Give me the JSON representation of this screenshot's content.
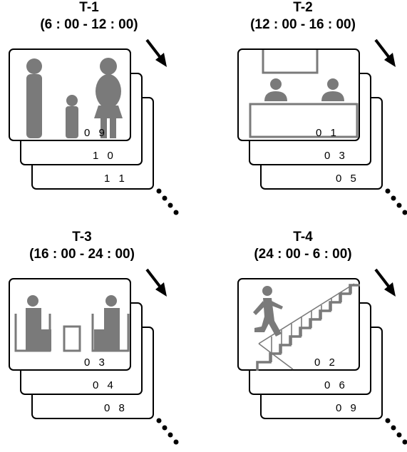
{
  "panels": [
    {
      "id": "T-1",
      "time_range": "(6 : 00 - 12 : 00)",
      "scene": "family-standing",
      "cards": [
        "0 9",
        "1 0",
        "1 1"
      ]
    },
    {
      "id": "T-2",
      "time_range": "(12 : 00 - 16 : 00)",
      "scene": "reception-desk",
      "cards": [
        "0 1",
        "0 3",
        "0 5"
      ]
    },
    {
      "id": "T-3",
      "time_range": "(16 : 00 - 24 : 00)",
      "scene": "two-people-seated",
      "cards": [
        "0 3",
        "0 4",
        "0 8"
      ]
    },
    {
      "id": "T-4",
      "time_range": "(24 : 00 - 6 : 00)",
      "scene": "person-climbing-stairs",
      "cards": [
        "0 2",
        "0 6",
        "0 9"
      ]
    }
  ],
  "icons": {
    "arrow": "down-right-arrow-icon",
    "more": "continuation-dots-icon"
  },
  "colors": {
    "figure": "#7a7a7a",
    "outline": "#000000",
    "background": "#ffffff"
  }
}
